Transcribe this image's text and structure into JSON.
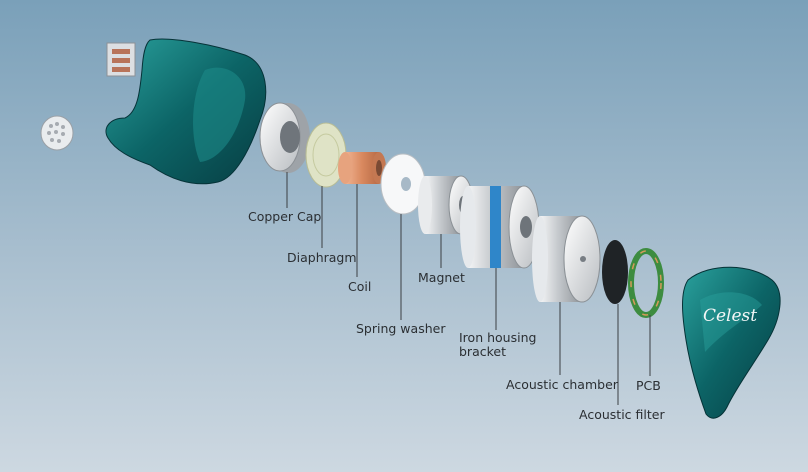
{
  "brand": {
    "logo_text": "Celest"
  },
  "colors": {
    "background_top": "#7ea3bc",
    "background_bottom": "#c9d5df",
    "shell": "#0f6c6c",
    "accent_blue": "#2f86c9",
    "pcb_green": "#3a8a3e",
    "copper": "#d98a66"
  },
  "parts": [
    {
      "id": "copper-cap",
      "label": "Copper Cap"
    },
    {
      "id": "diaphragm",
      "label": "Diaphragm"
    },
    {
      "id": "coil",
      "label": "Coil"
    },
    {
      "id": "spring-washer",
      "label": "Spring washer"
    },
    {
      "id": "magnet",
      "label": "Magnet"
    },
    {
      "id": "iron-housing",
      "label": "Iron housing bracket"
    },
    {
      "id": "acoustic-chamber",
      "label": "Acoustic chamber"
    },
    {
      "id": "acoustic-filter",
      "label": "Acoustic filter"
    },
    {
      "id": "pcb",
      "label": "PCB"
    }
  ]
}
